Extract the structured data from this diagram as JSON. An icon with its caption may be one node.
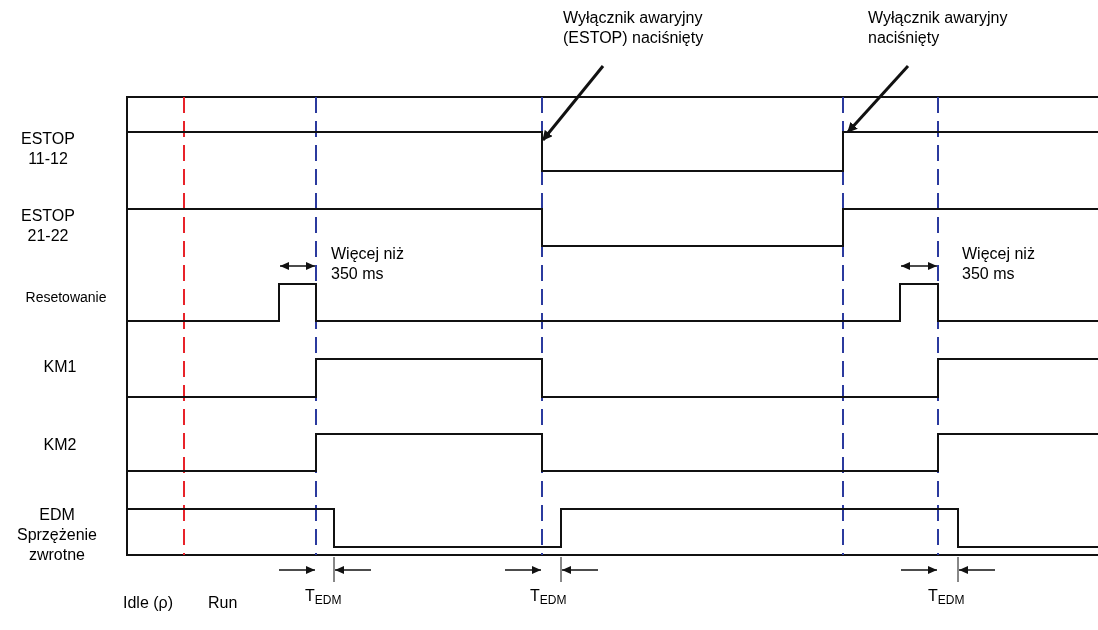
{
  "diagram": {
    "nodes": [
      {
        "text": [
          "Wyłącznik awaryjny (ESTOP) naciśnięty"
        ]
      },
      {
        "text": [
          "Wyłącznik awaryjny naciśnięty"
        ]
      }
    ],
    "edges": [
      {
        "from": 0,
        "to": null,
        "arrow": "to"
      },
      {
        "from": 1,
        "to": null,
        "arrow": "to"
      }
    ],
    "labels": [
      "ESTOP 11-12",
      "ESTOP 21-22",
      "Więcej niż 350 ms",
      "Więcej niż 350 ms",
      "Resetowanie",
      "KM1",
      "KM2",
      "EDM Sprzężenie zwrotne",
      "Idle (ρ)",
      "Run",
      "T$_{EDM}$",
      "T$_{EDM}$",
      "T$_{EDM}$"
    ]
  }
}
